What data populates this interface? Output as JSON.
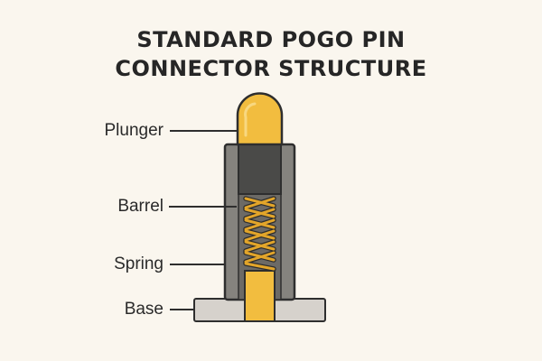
{
  "title": {
    "line1": "STANDARD POGO PIN",
    "line2": "CONNECTOR STRUCTURE"
  },
  "parts": {
    "plunger": "Plunger",
    "barrel": "Barrel",
    "spring": "Spring",
    "base": "Base"
  },
  "colors": {
    "background": "#faf6ee",
    "plunger": "#f2bd3f",
    "barrel": "#85837e",
    "barrel_top": "#4a4a48",
    "spring": "#e2a52a",
    "base": "#d6d2cc",
    "outline": "#2e2e2e"
  }
}
